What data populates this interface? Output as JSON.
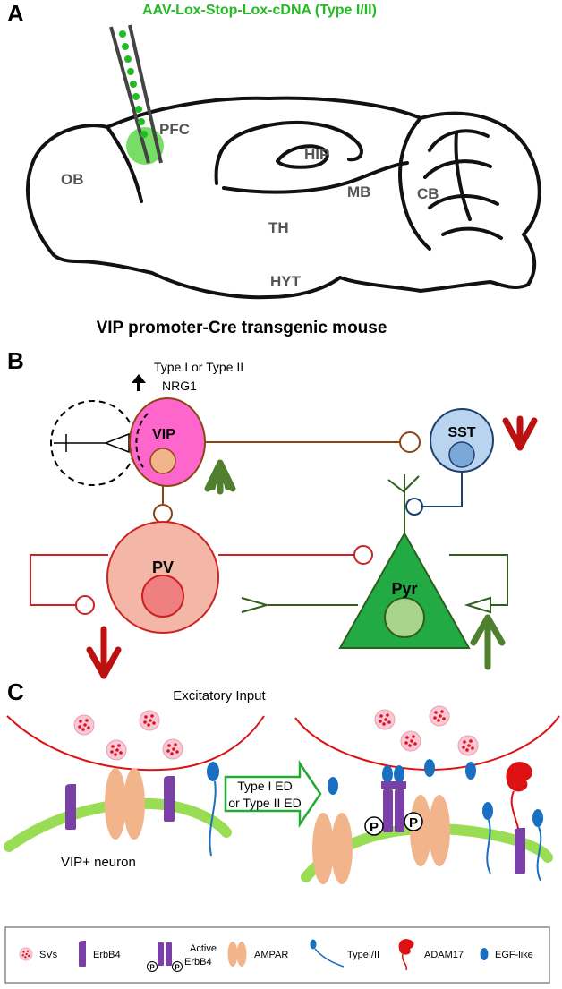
{
  "panel_a": {
    "letter": "A",
    "injection_label": "AAV-Lox-Stop-Lox-cDNA (Type I/II)",
    "regions": {
      "pfc": "PFC",
      "ob": "OB",
      "hip": "HIP",
      "mb": "MB",
      "cb": "CB",
      "th": "TH",
      "hyt": "HYT"
    },
    "caption": "VIP promoter-Cre transgenic mouse",
    "colors": {
      "virus": "#22bb22",
      "injection_site": "#77dd66"
    }
  },
  "panel_b": {
    "letter": "B",
    "nrg1_line1": "Type I or Type II",
    "nrg1_line2": "NRG1",
    "cells": {
      "vip": "VIP",
      "sst": "SST",
      "pv": "PV",
      "pyr": "Pyr"
    },
    "arrows": {
      "nrg1": "up",
      "vip": "up",
      "sst": "down",
      "pv": "down",
      "pyr": "up"
    },
    "colors": {
      "vip": "#ff66cc",
      "sst": "#b9d4ee",
      "pv": "#f4b6a6",
      "pyr": "#22aa44",
      "increase_arrow": "#4f7f2f",
      "decrease_arrow": "#bb1111",
      "vip_axon": "#8b4513",
      "pv_axon": "#cc2222",
      "pyr_axon": "#2f5f1f",
      "sst_axon": "#1f3f6f"
    }
  },
  "panel_c": {
    "letter": "C",
    "input_label": "Excitatory Input",
    "transition_line1": "Type I ED",
    "transition_line2": "or Type II ED",
    "neuron_label": "VIP+ neuron",
    "phospho": "P",
    "colors": {
      "presynaptic": "#dd1111",
      "membrane": "#99dd55",
      "erbb4": "#7b3fa8",
      "ampar": "#f2b48a",
      "egf": "#1a6fc0",
      "adam17": "#dd1111",
      "transition_arrow": "#22aa33"
    }
  },
  "legend": {
    "items": [
      {
        "icon": "sv-icon",
        "label": "SVs"
      },
      {
        "icon": "erbb4-icon",
        "label": "ErbB4"
      },
      {
        "icon": "active-erbb4-icon",
        "label_line1": "Active",
        "label_line2": "ErbB4"
      },
      {
        "icon": "ampar-icon",
        "label": "AMPAR"
      },
      {
        "icon": "nrg1-type-icon",
        "label": "TypeI/II"
      },
      {
        "icon": "adam17-icon",
        "label": "ADAM17"
      },
      {
        "icon": "egf-like-icon",
        "label": "EGF-like"
      }
    ]
  }
}
